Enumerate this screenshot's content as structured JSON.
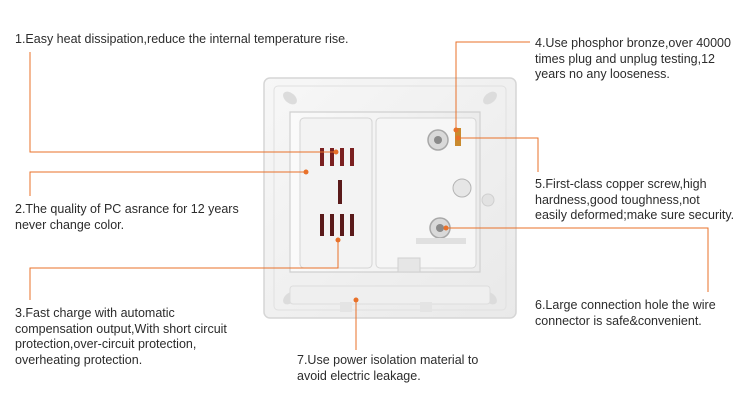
{
  "callouts": [
    {
      "number": "1",
      "text": "1.Easy heat dissipation,reduce the internal temperature rise."
    },
    {
      "number": "2",
      "text": "2.The quality of PC asrance for 12 years\nnever change color."
    },
    {
      "number": "3",
      "text": "3.Fast charge with automatic\ncompensation output,With short circuit\nprotection,over-circuit protection,\noverheating protection."
    },
    {
      "number": "4",
      "text": "4.Use phosphor bronze,over 40000\ntimes plug and unplug testing,12\nyears no any looseness."
    },
    {
      "number": "5",
      "text": "5.First-class copper screw,high\nhardness,good toughness,not\neasily deformed;make sure security."
    },
    {
      "number": "6",
      "text": "6.Large connection hole the wire\nconnector is safe&convenient."
    },
    {
      "number": "7",
      "text": "7.Use power isolation material to\navoid electric leakage."
    }
  ],
  "colors": {
    "leader_line": "#e8712a",
    "text": "#2c2c2c",
    "plate": "#f4f4f4",
    "plate_edge": "#d8d8d8"
  }
}
